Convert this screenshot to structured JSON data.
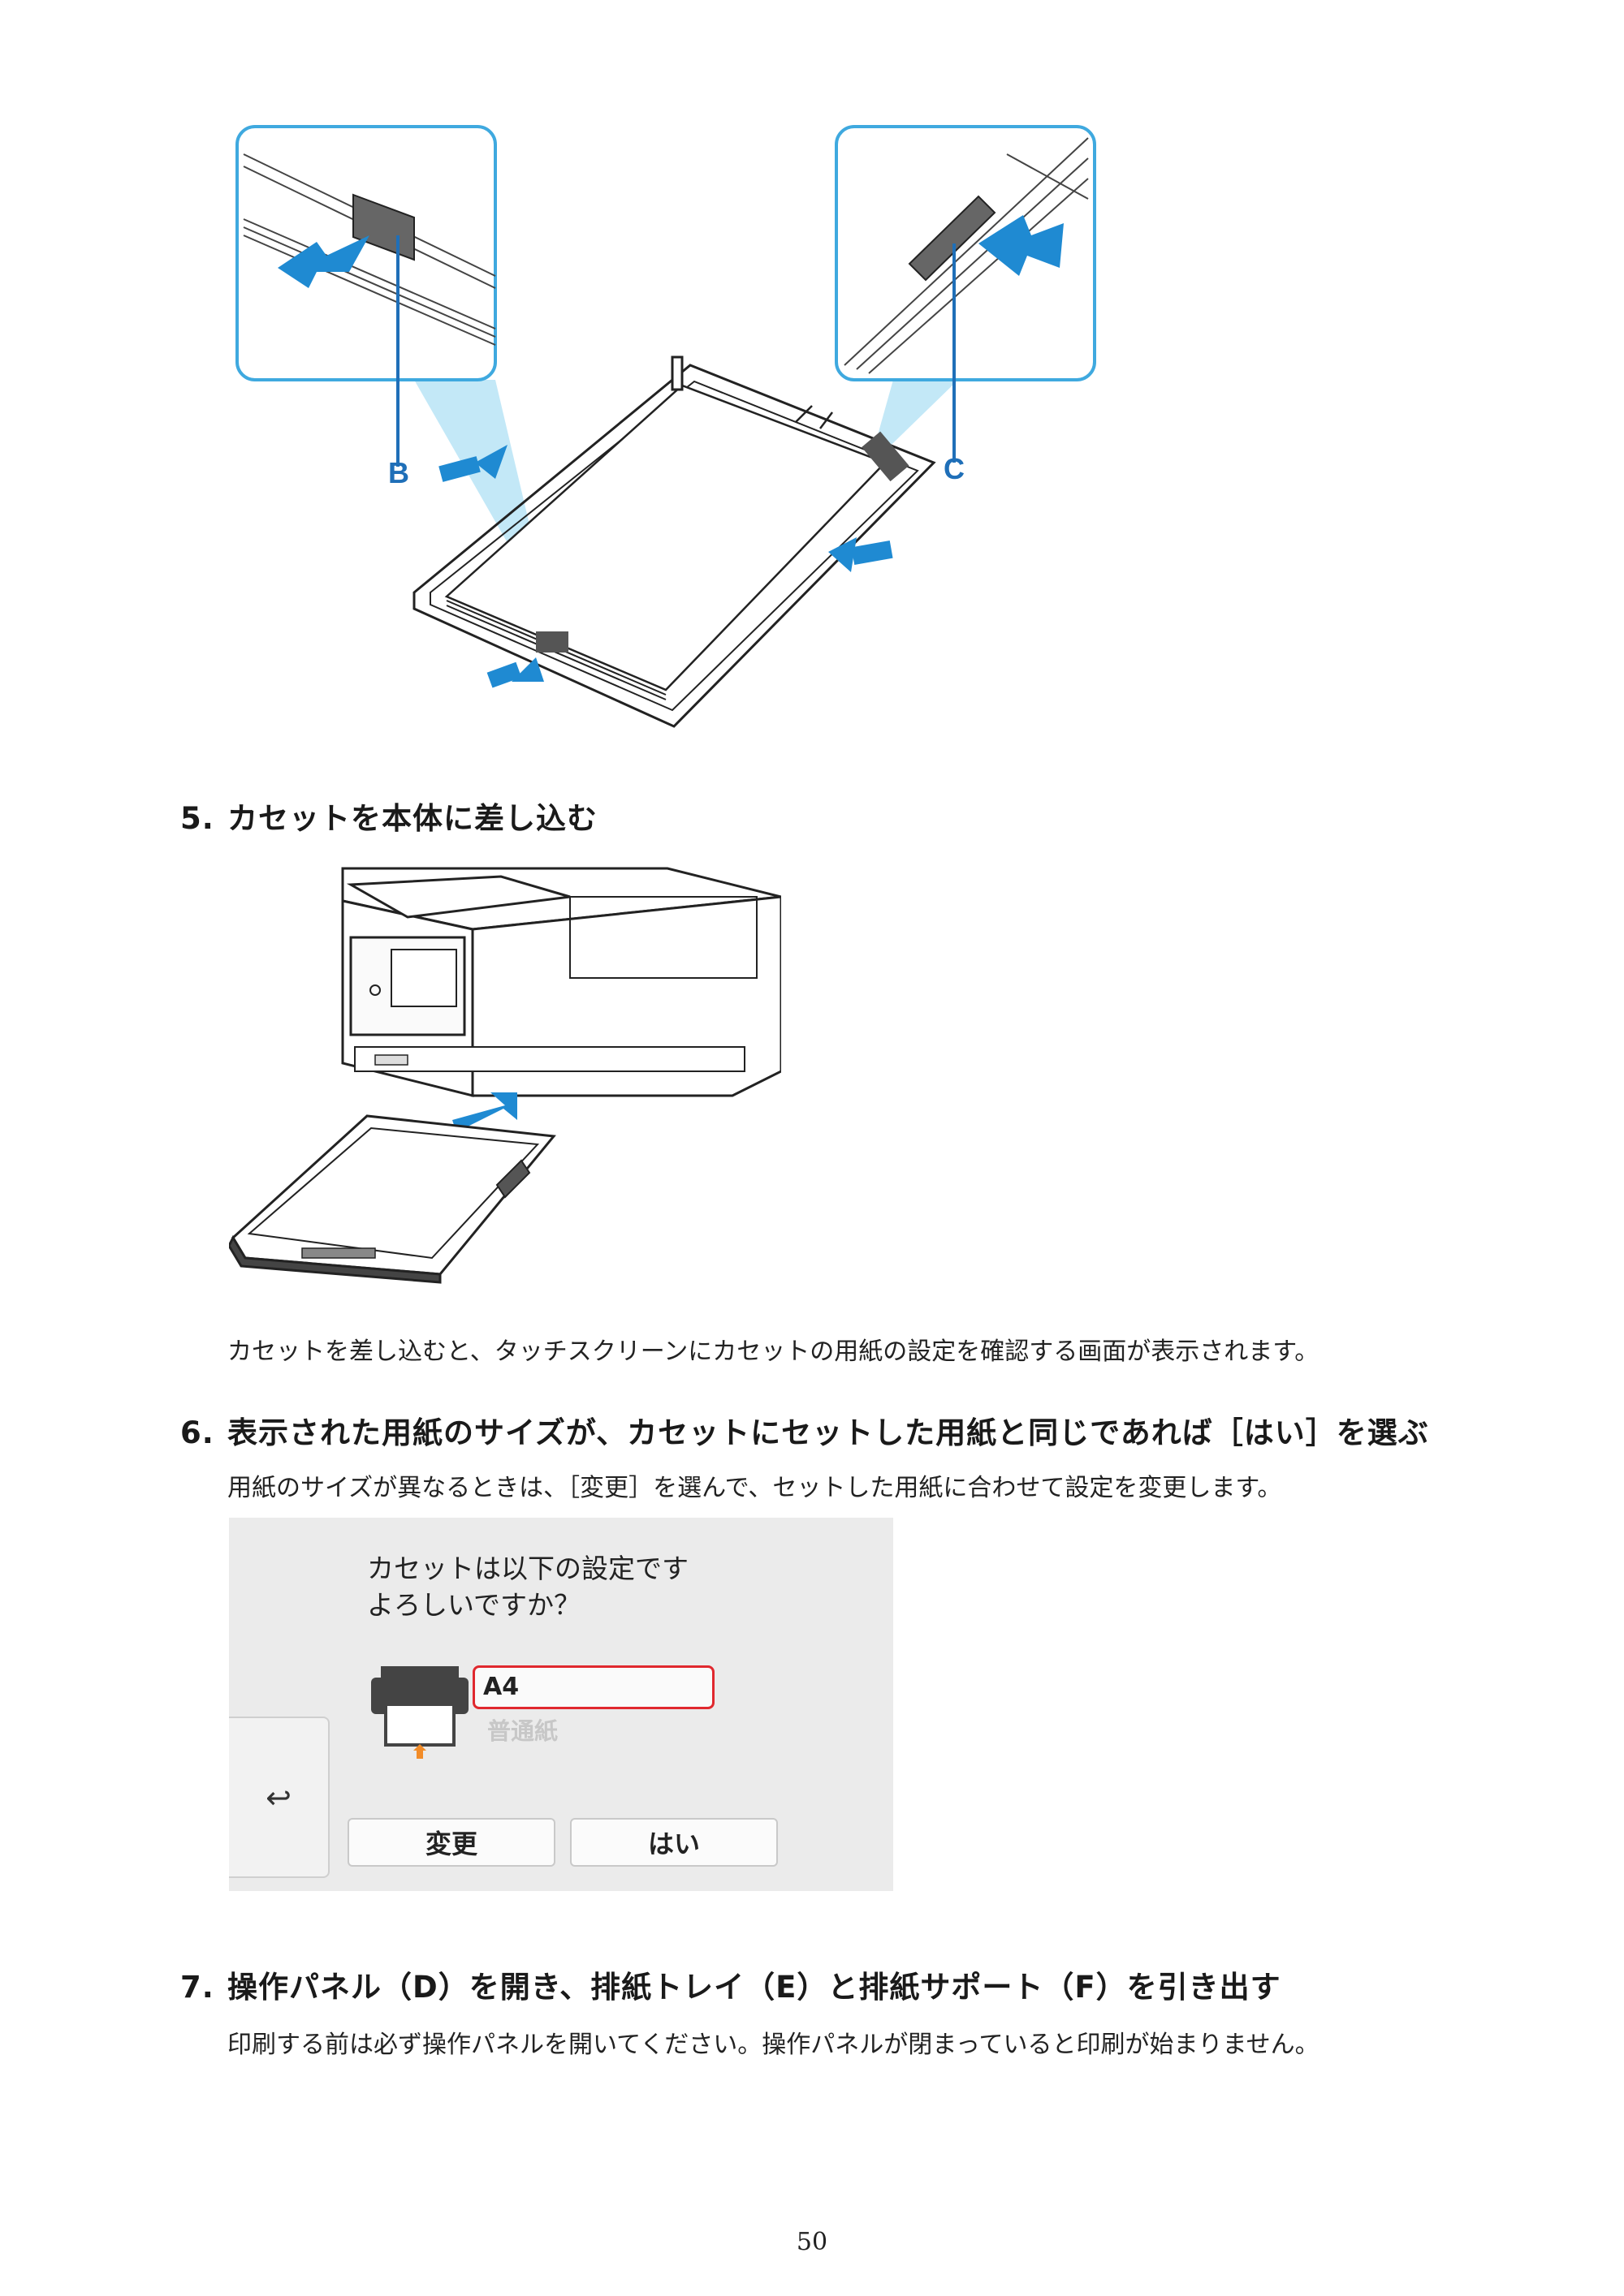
{
  "figure1": {
    "label_b": "B",
    "label_c": "C"
  },
  "step5": {
    "number": "5.",
    "title": "カセットを本体に差し込む",
    "body": "カセットを差し込むと、タッチスクリーンにカセットの用紙の設定を確認する画面が表示されます。"
  },
  "step6": {
    "number": "6.",
    "title": "表示された用紙のサイズが、カセットにセットした用紙と同じであれば［はい］を選ぶ",
    "body": "用紙のサイズが異なるときは、［変更］を選んで、セットした用紙に合わせて設定を変更します。"
  },
  "screen": {
    "message_line1": "カセットは以下の設定です",
    "message_line2": "よろしいですか？",
    "paper_size": "A4",
    "paper_type": "普通紙",
    "back_icon": "↩",
    "change_button": "変更",
    "yes_button": "はい",
    "highlight_color": "#e0282e",
    "arrow_color": "#f28c28"
  },
  "step7": {
    "number": "7.",
    "title": "操作パネル（D）を開き、排紙トレイ（E）と排紙サポート（F）を引き出す",
    "body": "印刷する前は必ず操作パネルを開いてください。操作パネルが閉まっていると印刷が始まりません。"
  },
  "page_number": "50"
}
